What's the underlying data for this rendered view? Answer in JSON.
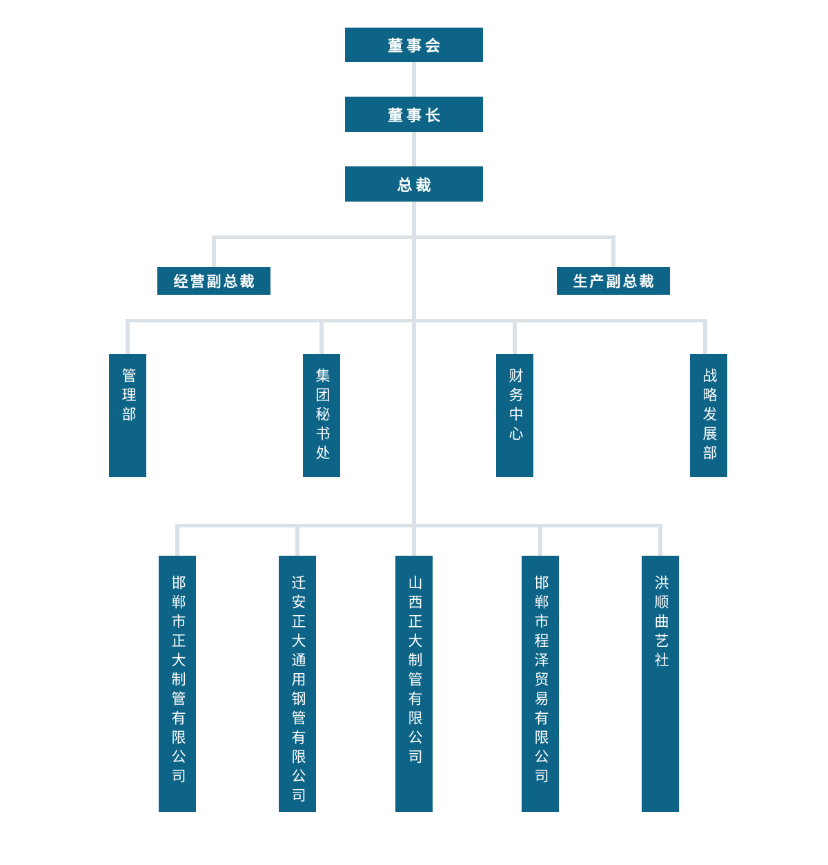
{
  "colors": {
    "box": "#0d6487",
    "connector": "#dbe2e7",
    "text": "#ffffff",
    "background": "#ffffff"
  },
  "nodes": {
    "board": {
      "label": "董事会"
    },
    "chairman": {
      "label": "董事长"
    },
    "president": {
      "label": "总裁"
    },
    "vp_operations": {
      "label": "经营副总裁"
    },
    "vp_production": {
      "label": "生产副总裁"
    },
    "departments": [
      {
        "label": "管理部"
      },
      {
        "label": "集团秘书处"
      },
      {
        "label": "财务中心"
      },
      {
        "label": "战略发展部"
      }
    ],
    "subsidiaries": [
      {
        "label": "邯郸市正大制管有限公司"
      },
      {
        "label": "迁安正大通用钢管有限公司"
      },
      {
        "label": "山西正大制管有限公司"
      },
      {
        "label": "邯郸市程泽贸易有限公司"
      },
      {
        "label": "洪顺曲艺社"
      }
    ]
  }
}
